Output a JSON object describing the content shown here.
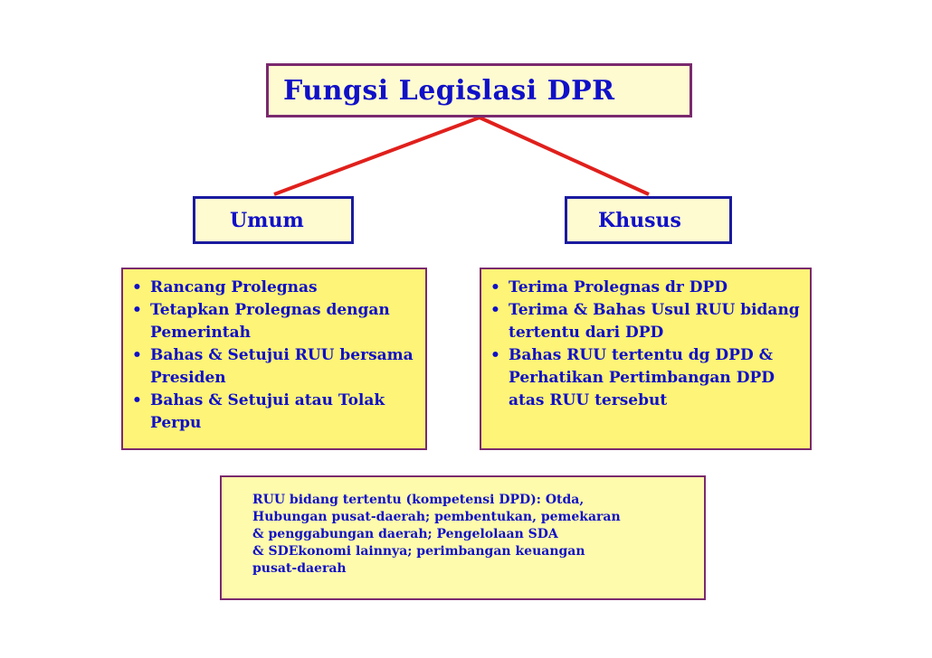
{
  "title": "Fungsi Legislasi DPR",
  "categories": {
    "umum": {
      "label": "Umum",
      "items": [
        "Rancang Prolegnas",
        "Tetapkan Prolegnas dengan Pemerintah",
        "Bahas & Setujui RUU bersama Presiden",
        "Bahas & Setujui atau Tolak Perpu"
      ]
    },
    "khusus": {
      "label": "Khusus",
      "items": [
        "Terima Prolegnas dr DPD",
        "Terima & Bahas Usul RUU bidang tertentu dari DPD",
        "Bahas RUU tertentu dg DPD & Perhatikan Pertimbangan DPD atas RUU tersebut"
      ]
    }
  },
  "note": {
    "lines": [
      "RUU bidang tertentu (kompetensi DPD): Otda,",
      "Hubungan pusat-daerah; pembentukan, pemekaran",
      "& penggabungan daerah; Pengelolaan SDA",
      "& SDEkonomi lainnya; perimbangan keuangan",
      "pusat-daerah"
    ]
  },
  "colors": {
    "text": "#1010c8",
    "connector": "#e0201c",
    "box_border": "#7a2a6e",
    "list_fill": "#fef477"
  }
}
